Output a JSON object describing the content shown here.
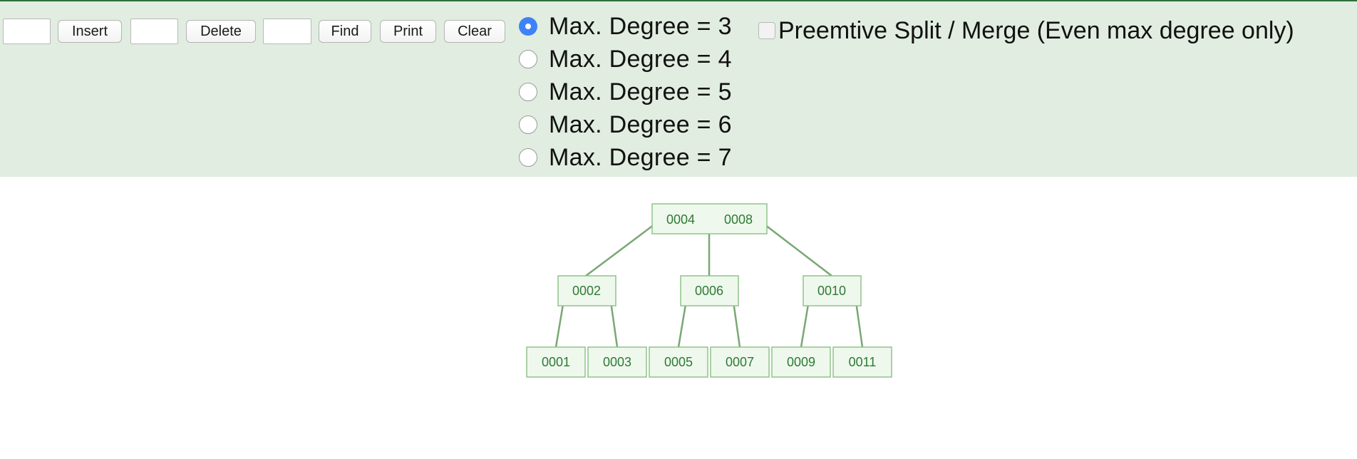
{
  "toolbar": {
    "insert_value": "",
    "insert_label": "Insert",
    "delete_value": "",
    "delete_label": "Delete",
    "find_value": "",
    "find_label": "Find",
    "print_label": "Print",
    "clear_label": "Clear"
  },
  "degree_options": [
    {
      "label": "Max. Degree = 3",
      "selected": true
    },
    {
      "label": "Max. Degree = 4",
      "selected": false
    },
    {
      "label": "Max. Degree = 5",
      "selected": false
    },
    {
      "label": "Max. Degree = 6",
      "selected": false
    },
    {
      "label": "Max. Degree = 7",
      "selected": false
    }
  ],
  "preemptive": {
    "label": "Preemtive Split / Merge (Even max degree only)",
    "checked": false
  },
  "tree": {
    "root": {
      "keys": [
        "0004",
        "0008"
      ],
      "children": [
        {
          "keys": [
            "0002"
          ],
          "children": [
            {
              "keys": [
                "0001"
              ]
            },
            {
              "keys": [
                "0003"
              ]
            }
          ]
        },
        {
          "keys": [
            "0006"
          ],
          "children": [
            {
              "keys": [
                "0005"
              ]
            },
            {
              "keys": [
                "0007"
              ]
            }
          ]
        },
        {
          "keys": [
            "0010"
          ],
          "children": [
            {
              "keys": [
                "0009"
              ]
            },
            {
              "keys": [
                "0011"
              ]
            }
          ]
        }
      ]
    }
  },
  "colors": {
    "panel_bg": "#e1ede0",
    "node_fill": "#eff8ed",
    "node_stroke": "#8fc48a",
    "node_text": "#2d7a35",
    "edge": "#78a873",
    "radio_selected": "#3e82f7"
  }
}
